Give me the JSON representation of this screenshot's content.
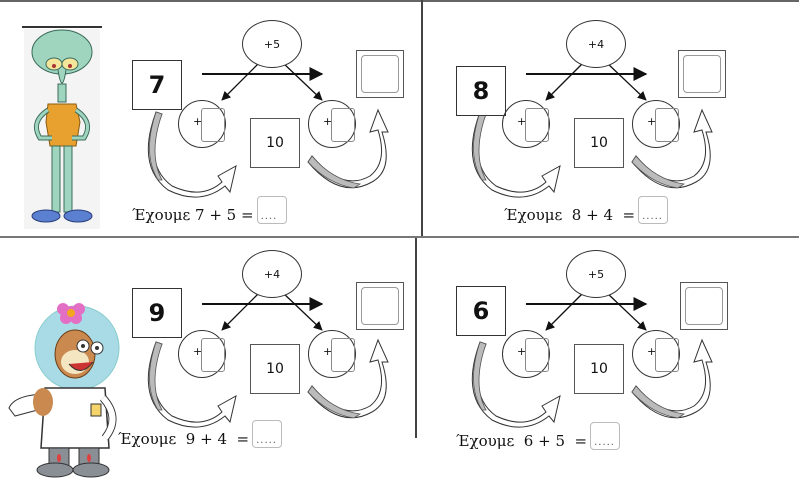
{
  "worksheet": {
    "exercises": [
      {
        "start": "7",
        "add": "+5",
        "bridge": "10",
        "sentence": "Έχουμε 7 + 5 =",
        "answer_placeholder": "....",
        "split_plus": "+"
      },
      {
        "start": "8",
        "add": "+4",
        "bridge": "10",
        "sentence": "Έχουμε  8 + 4  =",
        "answer_placeholder": ".....",
        "split_plus": "+"
      },
      {
        "start": "9",
        "add": "+4",
        "bridge": "10",
        "sentence": "Έχουμε  9 + 4  =",
        "answer_placeholder": ".....",
        "split_plus": "+"
      },
      {
        "start": "6",
        "add": "+5",
        "bridge": "10",
        "sentence": "Έχουμε  6 + 5  =",
        "answer_placeholder": ".....",
        "split_plus": "+"
      }
    ],
    "characters": [
      {
        "name": "squidward",
        "colors": {
          "skin": "#9fd4bf",
          "shirt": "#e8a12e",
          "eyes": "#f3e59a"
        }
      },
      {
        "name": "sandy",
        "colors": {
          "helmet": "#a9dbe6",
          "fur": "#c9894f",
          "suit": "#ffffff",
          "flower": "#e36fc4",
          "boots": "#8a8f96"
        }
      }
    ]
  }
}
